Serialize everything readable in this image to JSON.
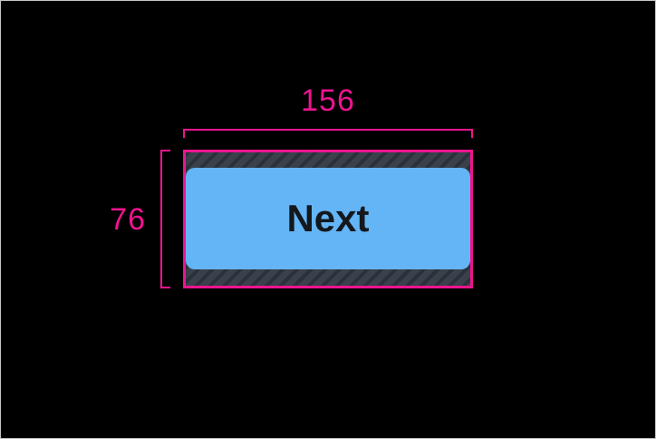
{
  "annotations": {
    "width": "156",
    "height": "76"
  },
  "button": {
    "label": "Next"
  },
  "colors": {
    "background": "#000000",
    "frame_border": "#c7c7c7",
    "dimension_pink": "#ed148f",
    "button_fill": "#64b5f6",
    "button_text": "#14181c",
    "padding_hatch_bg": "#3a414c",
    "padding_hatch_stripe": "#2b313a"
  }
}
